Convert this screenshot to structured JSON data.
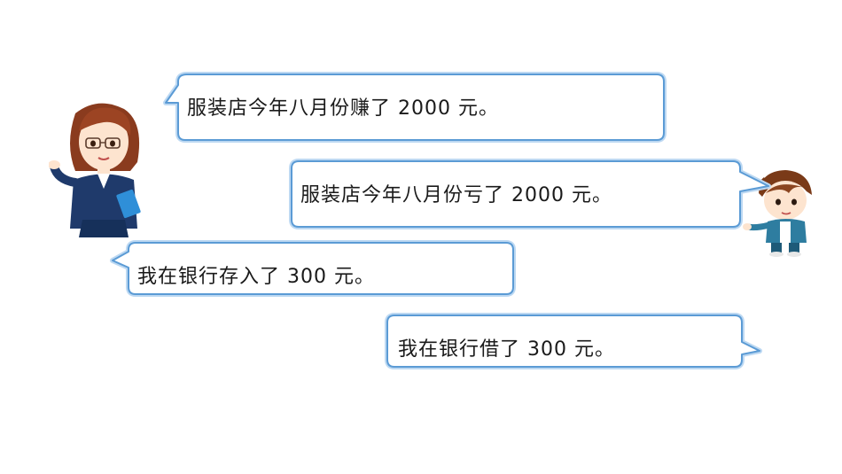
{
  "dialogue": [
    {
      "speaker": "teacher",
      "text": "服装店今年八月份赚了 2000 元。"
    },
    {
      "speaker": "boy",
      "text": "服装店今年八月份亏了 2000 元。"
    },
    {
      "speaker": "teacher",
      "text": "我在银行存入了 300 元。"
    },
    {
      "speaker": "boy",
      "text": "我在银行借了 300 元。"
    }
  ],
  "colors": {
    "bubble_border": "#5b9bd5",
    "bubble_glow": "#bcd8f2",
    "bubble_fill": "#ffffff",
    "text": "#1a1a1a"
  },
  "icons": {
    "teacher": "teacher-character-icon",
    "boy": "boy-character-icon"
  }
}
